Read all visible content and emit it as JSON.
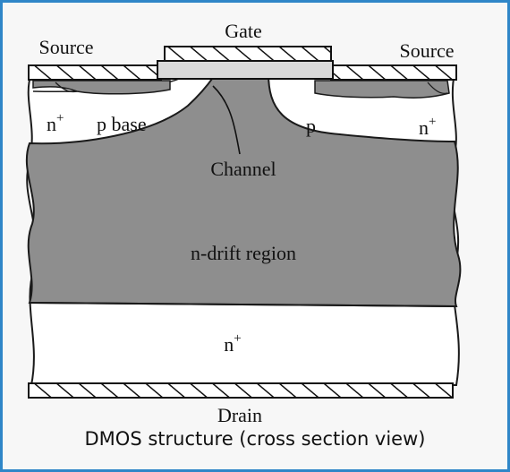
{
  "diagram": {
    "labels": {
      "gate": "Gate",
      "source_left": "Source",
      "source_right": "Source",
      "n_plus_left": "n",
      "n_plus_right": "n",
      "plus_sign": "+",
      "p_base": "p base",
      "p_right": "p",
      "channel": "Channel",
      "n_drift": "n-drift region",
      "n_plus_bottom": "n",
      "drain": "Drain"
    },
    "colors": {
      "drift_region": "#8e8e8e",
      "white_region": "#ffffff",
      "gate_fill": "#d9d9d9",
      "outline": "#1a1a1a",
      "frame_border": "#2f86c8"
    }
  },
  "caption": "DMOS structure (cross section view)"
}
